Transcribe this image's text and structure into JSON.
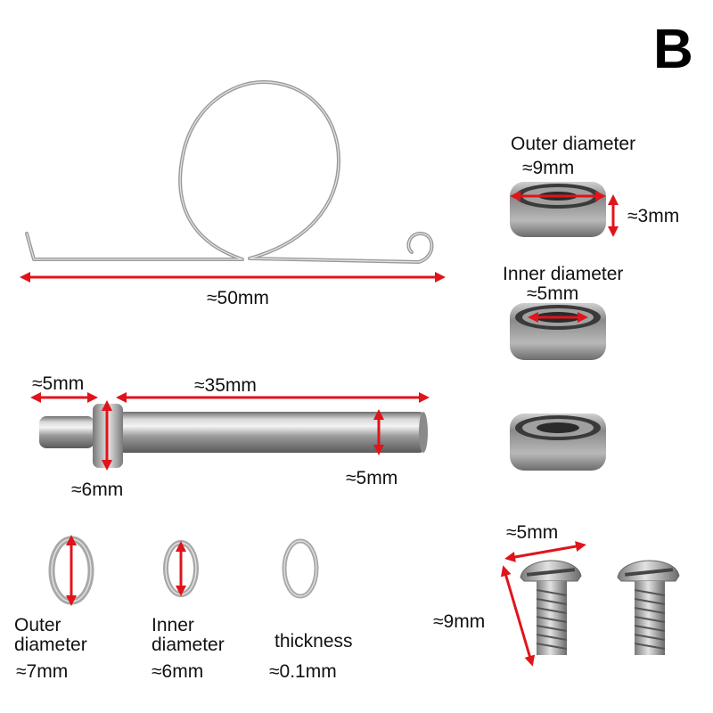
{
  "corner_letter": "B",
  "spring": {
    "length": "≈50mm"
  },
  "bearing": {
    "outer_title": "Outer diameter",
    "outer_value": "≈9mm",
    "width_value": "≈3mm",
    "inner_title": "Inner diameter",
    "inner_value": "≈5mm"
  },
  "shaft": {
    "collar_length": "≈5mm",
    "shaft_length": "≈35mm",
    "collar_diameter": "≈6mm",
    "shaft_diameter": "≈5mm"
  },
  "washer": {
    "outer_line1": "Outer",
    "outer_line2": "diameter",
    "outer_value": "≈7mm",
    "inner_line1": "Inner",
    "inner_line2": "diameter",
    "inner_value": "≈6mm",
    "thickness_label": "thickness",
    "thickness_value": "≈0.1mm"
  },
  "screw": {
    "head_width": "≈5mm",
    "length": "≈9mm"
  },
  "colors": {
    "dimension": "#e0141b",
    "metal": "#a8a8a8",
    "text": "#111111"
  }
}
